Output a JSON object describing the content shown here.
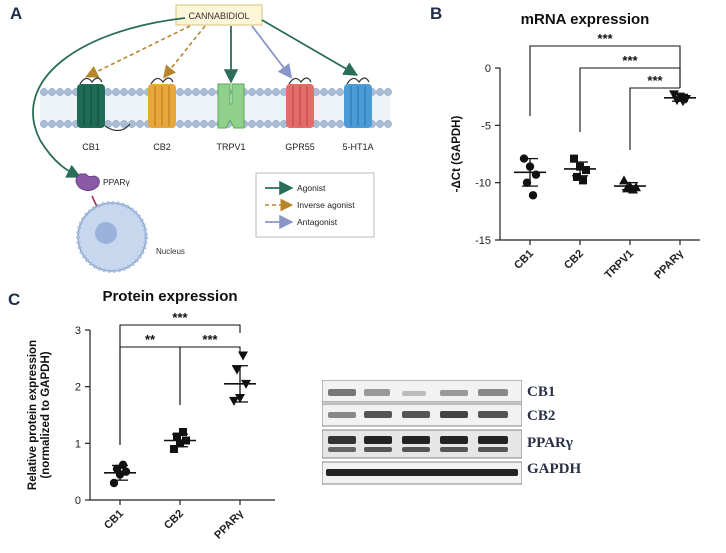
{
  "figure": {
    "panel_labels": [
      "A",
      "B",
      "C"
    ]
  },
  "panel_a": {
    "drug_label": "CANNABIDIOL",
    "receptors": [
      {
        "name": "CB1",
        "color": "#1f6b55"
      },
      {
        "name": "CB2",
        "color": "#e8a73a"
      },
      {
        "name": "TRPV1",
        "color": "#8fd18a"
      },
      {
        "name": "GPR55",
        "color": "#e56a6a"
      },
      {
        "name": "5-HT1A",
        "color": "#4a9bd6"
      }
    ],
    "nuclear_receptor": "PPARγ",
    "nucleus_label": "Nucleus",
    "legend": [
      {
        "label": "Agonist",
        "color": "#2a6e58",
        "style": "solid"
      },
      {
        "label": "Inverse agonist",
        "color": "#b8862a",
        "style": "dashed"
      },
      {
        "label": "Antagonist",
        "color": "#8a96c9",
        "style": "solid"
      }
    ]
  },
  "chart_data": [
    {
      "type": "scatter",
      "title": "mRNA expression",
      "ylabel": "-ΔCt (GAPDH)",
      "categories": [
        "CB1",
        "CB2",
        "TRPV1",
        "PPARγ"
      ],
      "ylim": [
        -15,
        0
      ],
      "yticks": [
        0,
        -5,
        -10,
        -15
      ],
      "points": [
        [
          -7.9,
          -8.6,
          -9.3,
          -10.0,
          -11.1
        ],
        [
          -7.9,
          -8.6,
          -8.9,
          -9.5,
          -9.8
        ],
        [
          -9.8,
          -10.3,
          -10.4,
          -10.5,
          -10.6
        ],
        [
          -2.3,
          -2.5,
          -2.7,
          -2.8,
          -2.9
        ]
      ],
      "markers": [
        "circle",
        "square",
        "triangle",
        "triangle-down"
      ],
      "means": [
        -9.1,
        -8.8,
        -10.3,
        -2.6
      ],
      "sds": [
        1.2,
        0.6,
        0.3,
        0.3
      ],
      "significance": [
        {
          "from": "CB1",
          "to": "PPARγ",
          "label": "***"
        },
        {
          "from": "CB2",
          "to": "PPARγ",
          "label": "***"
        },
        {
          "from": "TRPV1",
          "to": "PPARγ",
          "label": "***"
        }
      ],
      "grid": false
    },
    {
      "type": "scatter",
      "title": "Protein expression",
      "ylabel": "Relative protein expression",
      "ylabel2": "(normalized to GAPDH)",
      "categories": [
        "CB1",
        "CB2",
        "PPARγ"
      ],
      "ylim": [
        0,
        3
      ],
      "yticks": [
        0,
        1,
        2,
        3
      ],
      "points": [
        [
          0.3,
          0.45,
          0.5,
          0.55,
          0.62
        ],
        [
          0.9,
          1.0,
          1.05,
          1.12,
          1.2
        ],
        [
          1.75,
          1.8,
          2.05,
          2.3,
          2.55
        ]
      ],
      "markers": [
        "circle",
        "square",
        "triangle-down"
      ],
      "means": [
        0.48,
        1.05,
        2.05
      ],
      "sds": [
        0.13,
        0.11,
        0.32
      ],
      "significance": [
        {
          "from": "CB1",
          "to": "CB2",
          "label": "**"
        },
        {
          "from": "CB2",
          "to": "PPARγ",
          "label": "***"
        },
        {
          "from": "CB1",
          "to": "PPARγ",
          "label": "***"
        }
      ],
      "grid": false
    }
  ],
  "blot": {
    "bands": [
      "CB1",
      "CB2",
      "PPARγ",
      "GAPDH"
    ]
  }
}
